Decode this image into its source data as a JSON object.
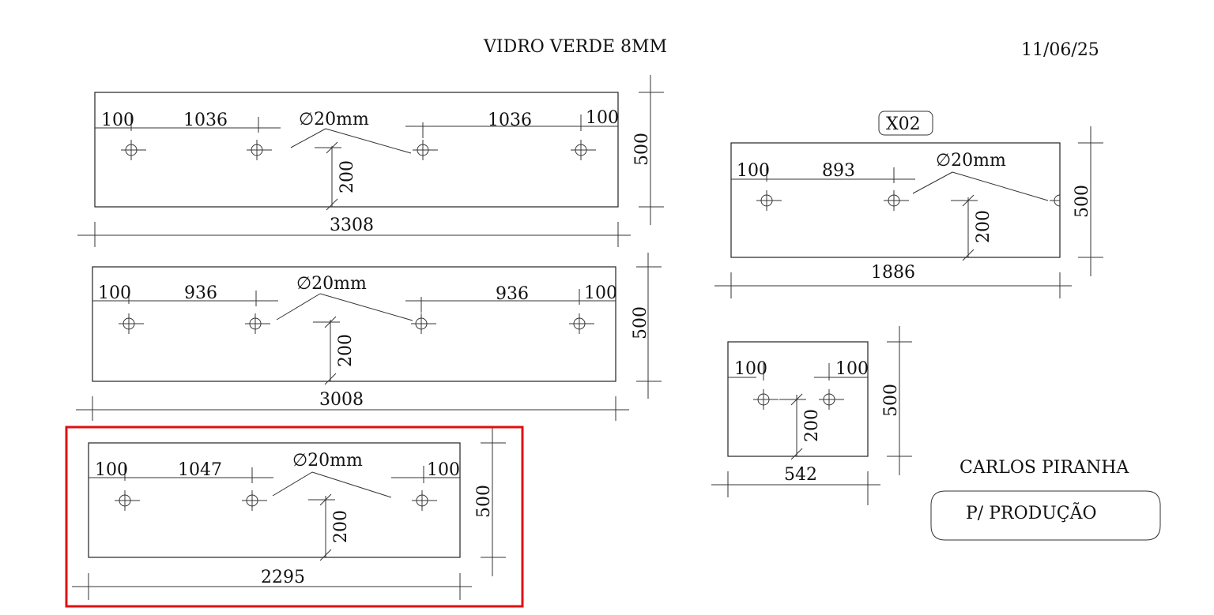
{
  "header": {
    "title": "VIDRO VERDE 8MM",
    "date": "11/06/25"
  },
  "tag": "X02",
  "customer": "CARLOS PIRANHA",
  "status_label": "P/ PRODUÇÃO",
  "highlight_color": "#e01010",
  "panels": {
    "p1": {
      "edge_left": "100",
      "gap_left": "1036",
      "hole": "∅20mm",
      "gap_right": "1036",
      "edge_right": "100",
      "height": "500",
      "hole_offset": "200",
      "width": "3308"
    },
    "p2": {
      "edge_left": "100",
      "gap_left": "936",
      "hole": "∅20mm",
      "gap_right": "936",
      "edge_right": "100",
      "height": "500",
      "hole_offset": "200",
      "width": "3008"
    },
    "p3": {
      "edge_left": "100",
      "gap_left": "1047",
      "hole": "∅20mm",
      "edge_right": "100",
      "height": "500",
      "hole_offset": "200",
      "width": "2295"
    },
    "p4": {
      "edge_left": "100",
      "gap_left": "893",
      "hole": "∅20mm",
      "height": "500",
      "hole_offset": "200",
      "width": "1886"
    },
    "p5": {
      "edge_left": "100",
      "edge_right": "100",
      "height": "500",
      "hole_offset": "200",
      "width": "542"
    }
  }
}
